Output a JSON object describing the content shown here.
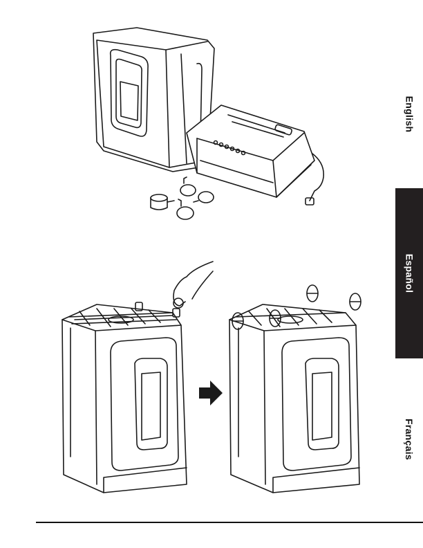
{
  "language_tabs": {
    "english": "English",
    "espanol": "Español",
    "francais": "Français",
    "active": "espanol",
    "active_bg_color": "#231f20"
  },
  "figures": {
    "top": "shredder-bin-head-and-casters-parts",
    "bottom_left": "inserting-caster-into-inverted-bin",
    "arrow": "arrow-right-icon",
    "bottom_right": "inverted-bin-with-casters-installed"
  }
}
